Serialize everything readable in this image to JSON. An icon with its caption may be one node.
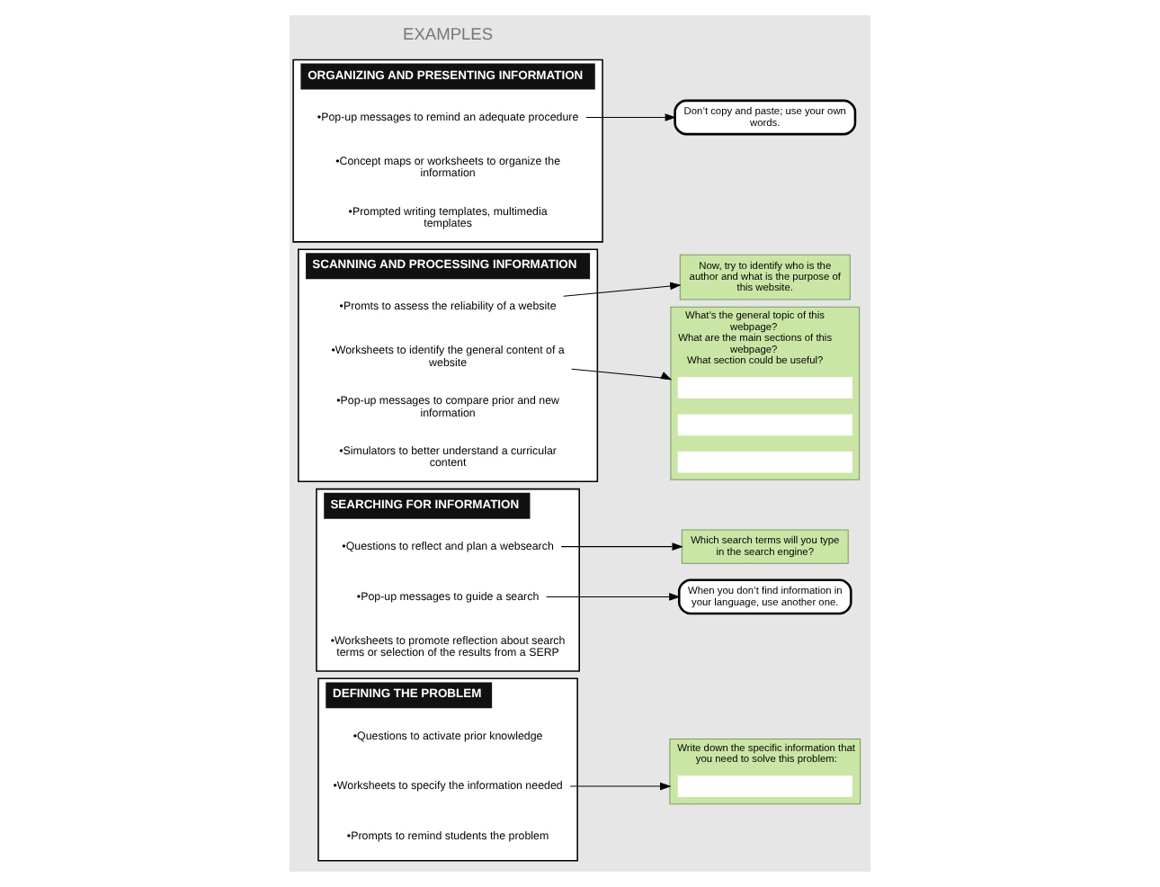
{
  "diagram": {
    "nodes": [
      {
        "text": [
          "DEFINING THE PROBLEM"
        ]
      },
      {
        "text": [
          "•Questions to activate prior knowledge"
        ],
        "in": 0
      },
      {
        "text": [
          "•Worksheets to specify the information needed"
        ],
        "in": 0
      },
      {
        "text": [
          "•Prompts to remind students the problem"
        ],
        "in": 0
      },
      {
        "text": [
          "SEARCHING FOR INFORMATION"
        ]
      },
      {
        "text": [
          "•Questions to reflect and plan a websearch"
        ],
        "in": 4
      },
      {
        "text": [
          "•Pop-up messages to guide a search"
        ],
        "in": 4
      },
      {
        "text": [
          "•Worksheets to promote reflection about search terms or selection of the results from a SERP"
        ],
        "in": 4
      },
      {
        "text": [
          "SCANNING AND PROCESSING INFORMATION"
        ]
      },
      {
        "text": [
          "•Promts to assess the reliability of a website"
        ],
        "in": 8
      },
      {
        "text": [
          "•Worksheets to identify the general content of a website"
        ],
        "in": 8
      },
      {
        "text": [
          "•Pop-up messages to compare prior and new information"
        ],
        "in": 8
      },
      {
        "text": [
          "•Simulators to better understand a curricular content"
        ],
        "in": 8
      },
      {
        "text": [
          "ORGANIZING AND PRESENTING INFORMATION"
        ]
      },
      {
        "text": [
          "•Pop-up messages to remind an adequate procedure"
        ],
        "in": 13
      },
      {
        "text": [
          "•Concept maps or worksheets to organize the information"
        ],
        "in": 13
      },
      {
        "text": [
          "•Prompted writing templates, multimedia templates"
        ],
        "in": 13
      },
      {
        "text": [
          "Write down the specific information that you need to solve this problem:"
        ]
      },
      {
        "text": [],
        "shape": "box",
        "in": 17
      },
      {
        "text": [
          "Which search terms will you type in the search engine?"
        ]
      },
      {
        "text": [
          "When you don’t find information in your language, use another one."
        ]
      },
      {
        "text": [
          "Now, try to identify who is the author and what is the purpose of this website."
        ]
      },
      {
        "text": [
          "What’s the general topic of this webpage?",
          "What are the main sections of this webpage?",
          "What section could be useful?"
        ]
      },
      {
        "text": [],
        "shape": "box",
        "in": 22
      },
      {
        "text": [],
        "shape": "box",
        "in": 22
      },
      {
        "text": [],
        "shape": "box",
        "in": 22
      },
      {
        "text": [
          "Don’t copy and paste; use your own words."
        ]
      }
    ],
    "edges": [
      {
        "from": 2,
        "to": 17,
        "arrow": "to"
      },
      {
        "from": 5,
        "to": 19,
        "arrow": "to"
      },
      {
        "from": 6,
        "to": 20,
        "arrow": "to"
      },
      {
        "from": 9,
        "to": 21,
        "arrow": "to"
      },
      {
        "from": 10,
        "to": 22,
        "arrow": "to"
      },
      {
        "from": 14,
        "to": 26,
        "arrow": "to"
      }
    ],
    "labels": [
      "EXAMPLES"
    ]
  }
}
